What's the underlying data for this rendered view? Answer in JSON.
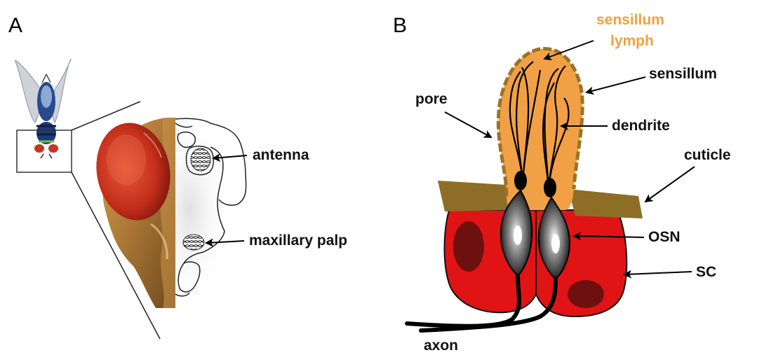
{
  "panels": [
    {
      "letter": "A"
    },
    {
      "letter": "B"
    }
  ],
  "panel_a_labels": {
    "antenna": "antenna",
    "maxillary_palp": "maxillary palp"
  },
  "panel_b_labels": {
    "sensillum_lymph_line1": "sensillum",
    "sensillum_lymph_line2": "lymph",
    "sensillum": "sensillum",
    "pore": "pore",
    "dendrite": "dendrite",
    "cuticle": "cuticle",
    "osn": "OSN",
    "sc": "SC",
    "axon": "axon"
  },
  "colors": {
    "lymph_orange": "#F2A046",
    "sensillum_wall": "#9A7424",
    "cuticle": "#8E6E26",
    "support_cell_red": "#E01414",
    "nucleus_dark": "#6E1010",
    "fly_body_blue": "#1E3A78",
    "eye_red": "#C8361E",
    "label_orange": "#F0A040"
  }
}
